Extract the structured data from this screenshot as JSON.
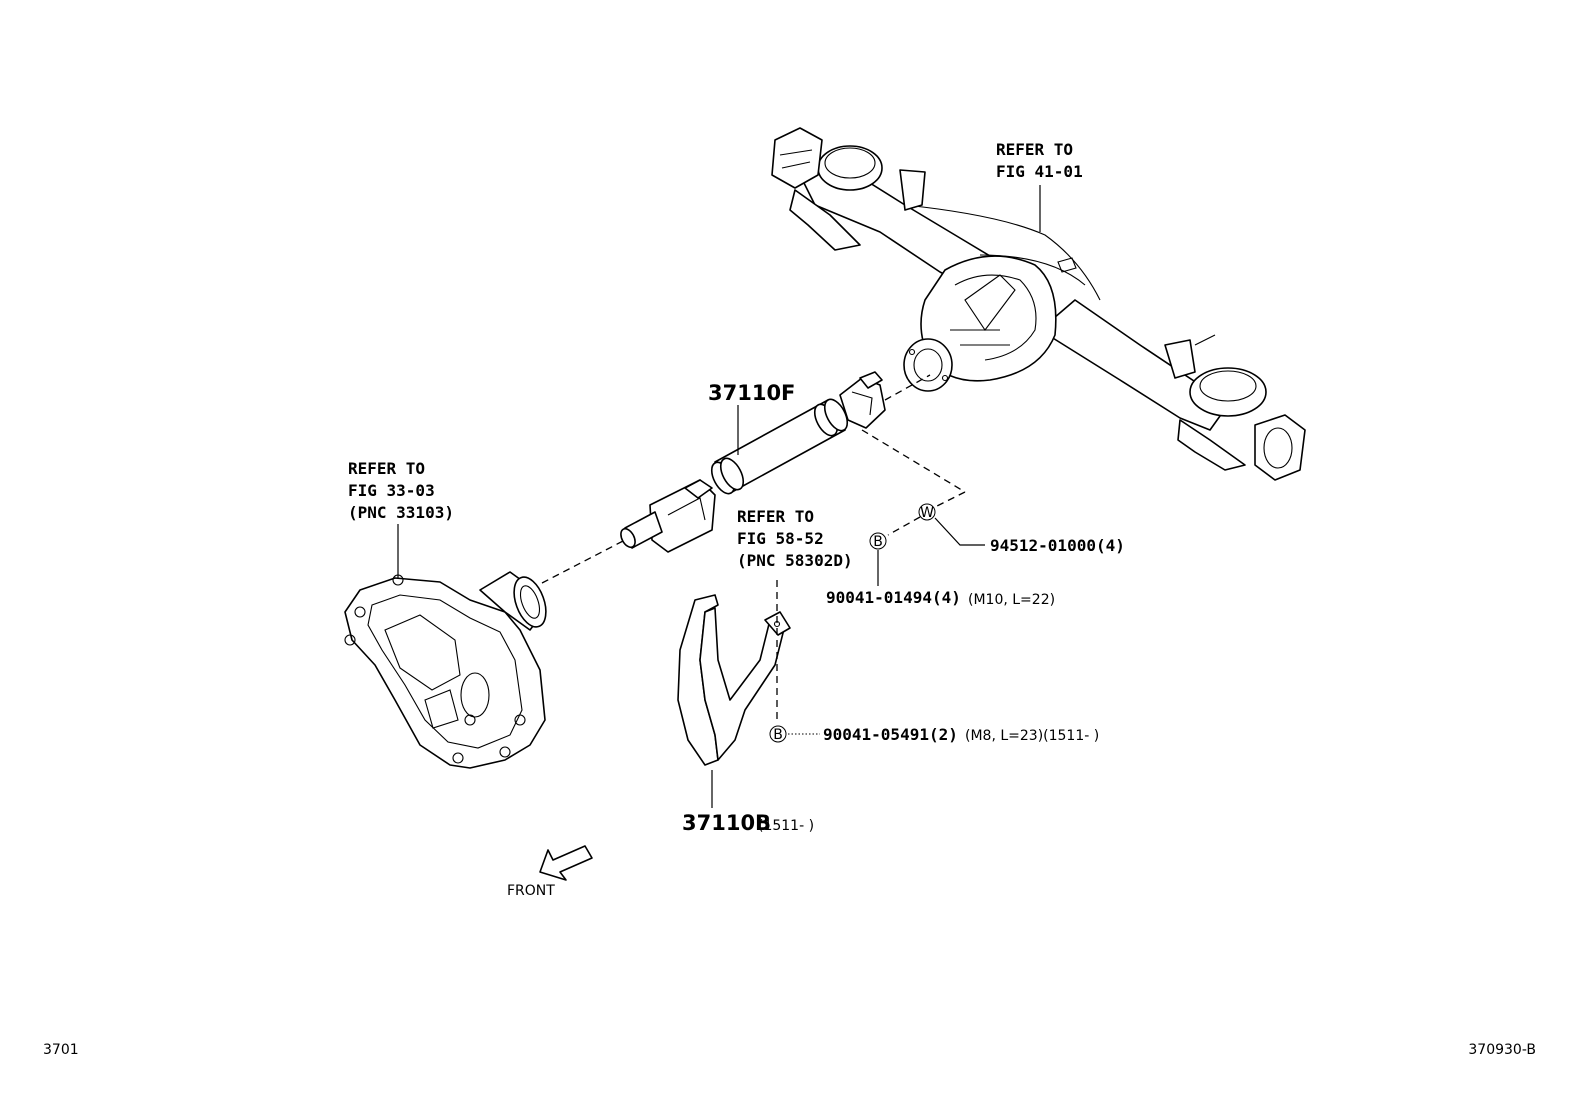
{
  "refer_axle": {
    "line1": "REFER TO",
    "line2": "FIG 41-01"
  },
  "refer_transfer": {
    "line1": "REFER TO",
    "line2": "FIG 33-03",
    "line3": "(PNC 33103)"
  },
  "refer_protector": {
    "line1": "REFER TO",
    "line2": "FIG 58-52",
    "line3": "(PNC 58302D)"
  },
  "parts": {
    "propeller_shaft": {
      "number": "37110F"
    },
    "protector": {
      "number": "37110B",
      "note": "(1511-      )"
    },
    "washer": {
      "marker": "W",
      "number": "94512-01000(4)"
    },
    "bolt_upper": {
      "marker": "B",
      "number": "90041-01494(4)",
      "spec": "(M10, L=22)"
    },
    "bolt_lower": {
      "marker": "B",
      "number": "90041-05491(2)",
      "spec": "(M8, L=23)(1511-      )"
    }
  },
  "front_label": "FRONT",
  "footer": {
    "left_code": "3701",
    "right_code": "370930-B"
  }
}
